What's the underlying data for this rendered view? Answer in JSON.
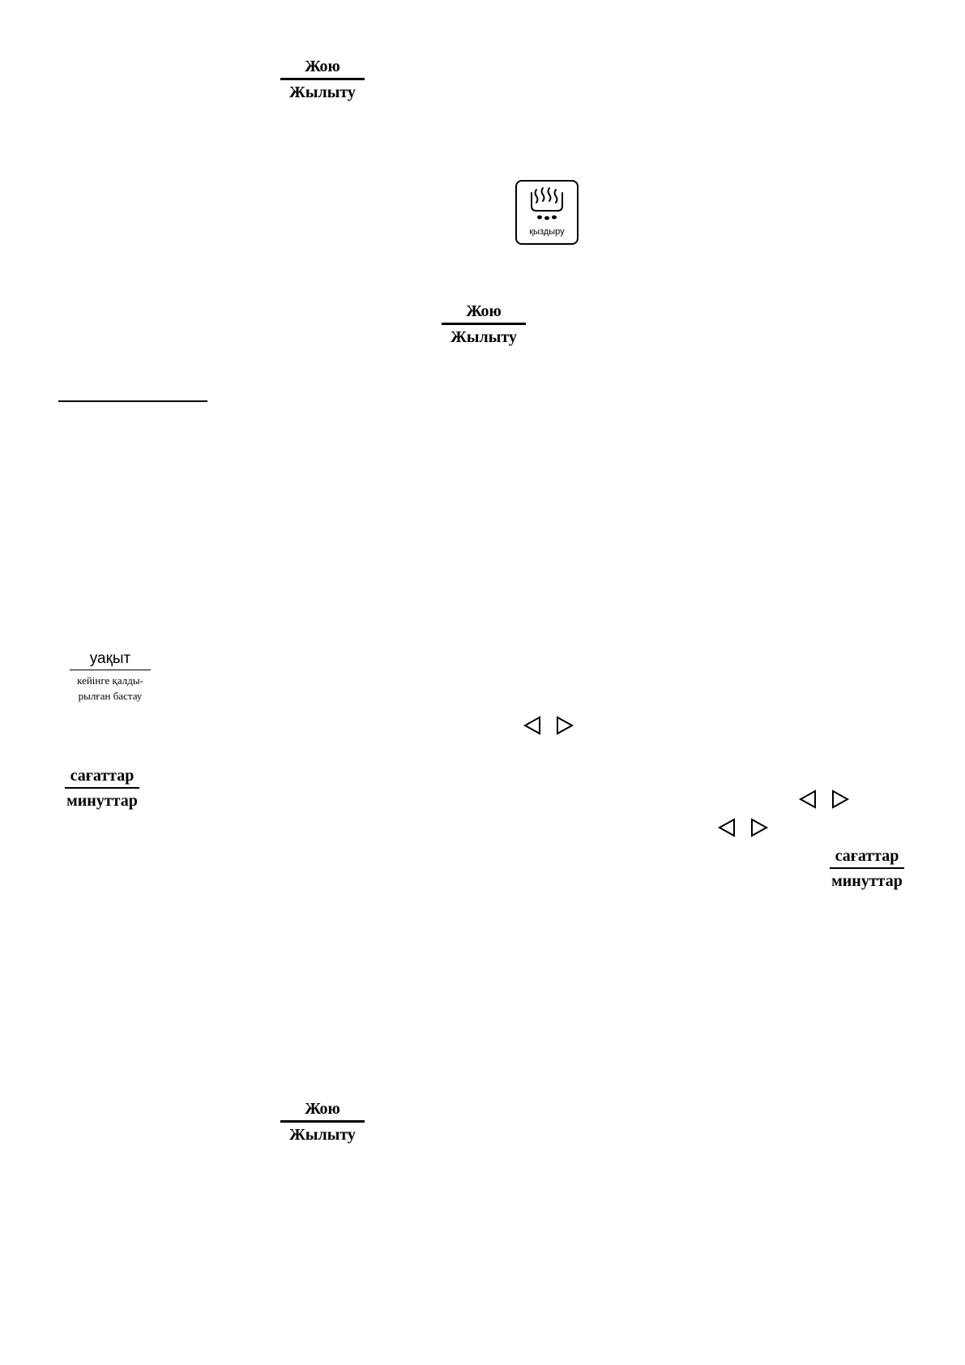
{
  "buttons": {
    "cancel_warm_1": {
      "top": "Жою",
      "bottom": "Жылыту"
    },
    "cancel_warm_2": {
      "top": "Жою",
      "bottom": "Жылыту"
    },
    "cancel_warm_3": {
      "top": "Жою",
      "bottom": "Жылыту"
    }
  },
  "heat_icon": {
    "caption": "қыздыру",
    "icon": "steam-pot-icon"
  },
  "delay_start": {
    "top": "уақыт",
    "bottom_line1": "кейінге қалды-",
    "bottom_line2": "рылған бастау"
  },
  "hours_minutes": {
    "left": {
      "top": "сағаттар",
      "bottom": "минуттар"
    },
    "right": {
      "top": "сағаттар",
      "bottom": "минуттар"
    }
  },
  "arrows": {
    "left_icon": "triangle-left-icon",
    "right_icon": "triangle-right-icon"
  }
}
